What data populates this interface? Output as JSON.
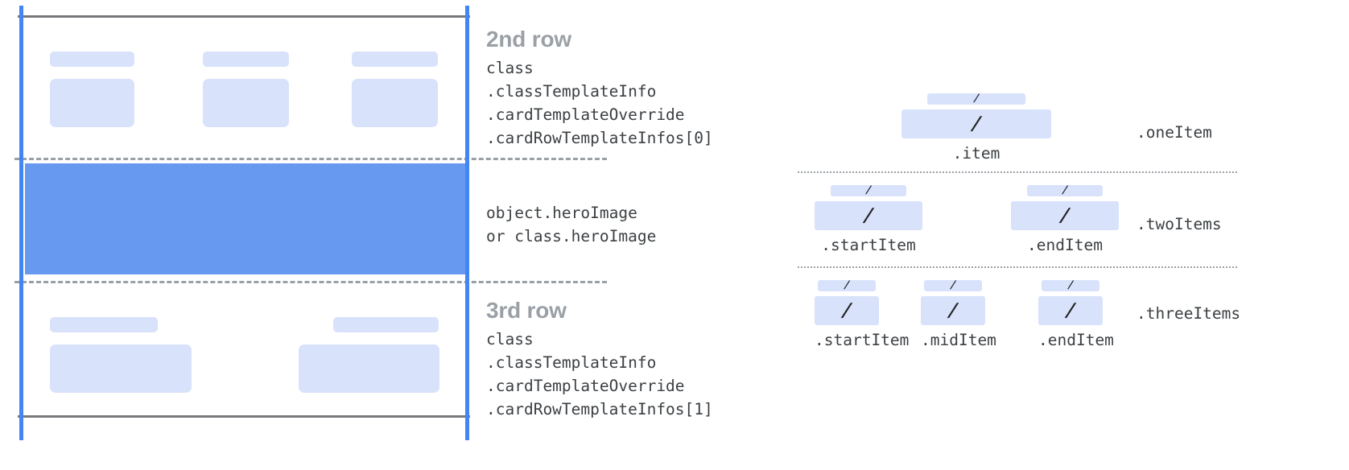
{
  "colors": {
    "hero_blue": "#6699ef",
    "placeholder_blue": "#d9e2fb",
    "guide_blue": "#4285f4",
    "rule_grey": "#77787b",
    "dash_grey": "#9aa0a6",
    "code_text": "#3c4043",
    "heading_grey": "#9aa0a6"
  },
  "annotations": {
    "second_row": {
      "heading": "2nd row",
      "code": "class\n.classTemplateInfo\n.cardTemplateOverride\n.cardRowTemplateInfos[0]"
    },
    "hero": {
      "code": "object.heroImage\nor class.heroImage"
    },
    "third_row": {
      "heading": "3rd row",
      "code": "class\n.classTemplateInfo\n.cardTemplateOverride\n.cardRowTemplateInfos[1]"
    }
  },
  "card": {
    "second_row_columns": [
      "column-1",
      "column-2",
      "column-3"
    ],
    "hero_region": "heroImage",
    "third_row_columns": [
      "column-1",
      "column-2"
    ]
  },
  "item_layouts": [
    {
      "id": "oneItem",
      "label": ".oneItem",
      "items": [
        {
          "caption": ".item",
          "glyph": "/"
        }
      ]
    },
    {
      "id": "twoItems",
      "label": ".twoItems",
      "items": [
        {
          "caption": ".startItem",
          "glyph": "/"
        },
        {
          "caption": ".endItem",
          "glyph": "/"
        }
      ]
    },
    {
      "id": "threeItems",
      "label": ".threeItems",
      "items": [
        {
          "caption": ".startItem",
          "glyph": "/"
        },
        {
          "caption": ".midItem",
          "glyph": "/"
        },
        {
          "caption": ".endItem",
          "glyph": "/"
        }
      ]
    }
  ]
}
